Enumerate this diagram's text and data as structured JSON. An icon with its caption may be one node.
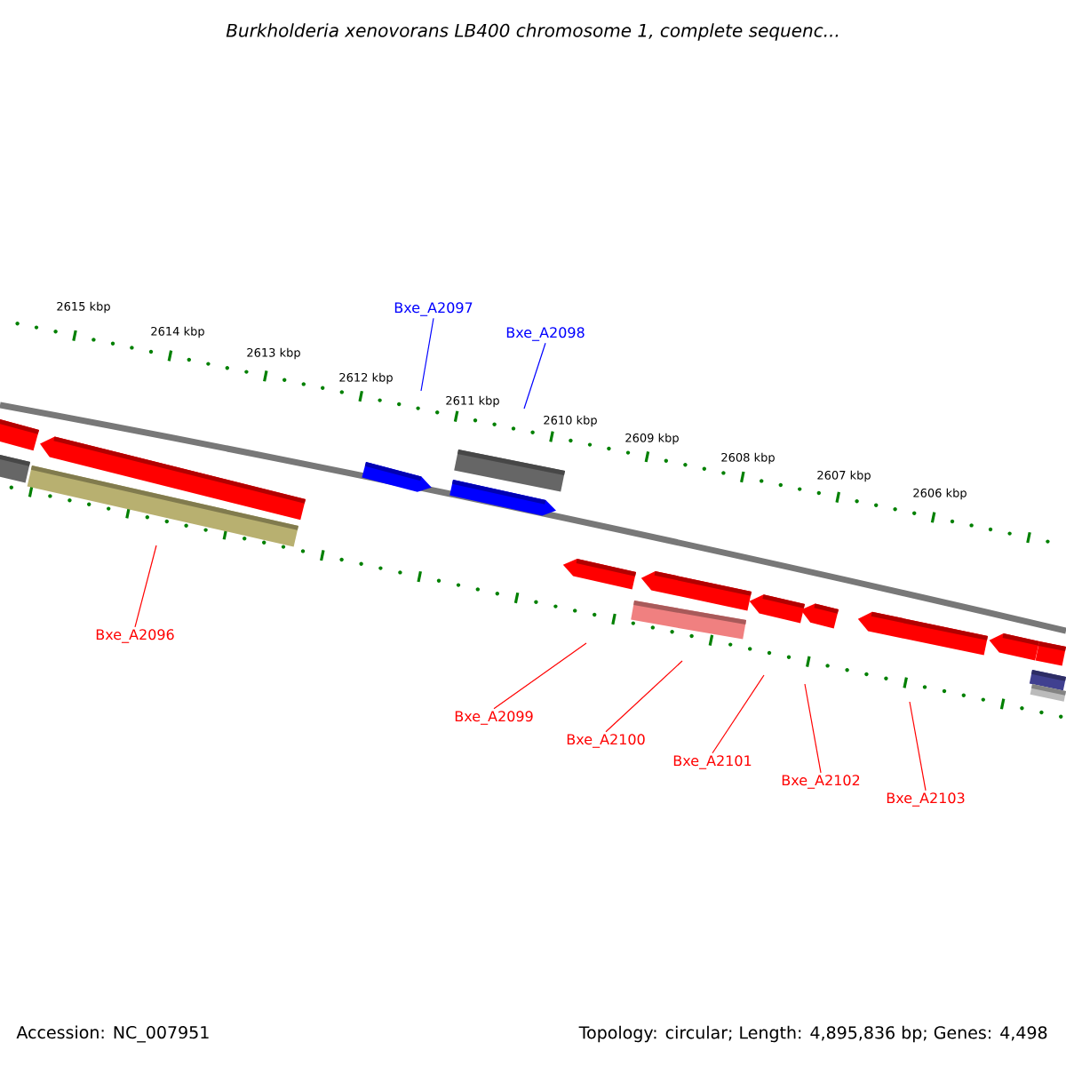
{
  "diagram": {
    "title": "Burkholderia xenovorans LB400 chromosome 1, complete sequenc...",
    "nodes": [
      {
        "text": [
          "Bxe_A2097"
        ]
      },
      {
        "text": [
          "Bxe_A2098"
        ]
      },
      {
        "text": [
          "Bxe_A2096"
        ]
      },
      {
        "text": [
          "Bxe_A2099"
        ]
      },
      {
        "text": [
          "Bxe_A2100"
        ]
      },
      {
        "text": [
          "Bxe_A2101"
        ]
      },
      {
        "text": [
          "Bxe_A2102"
        ]
      },
      {
        "text": [
          "Bxe_A2103"
        ]
      }
    ],
    "edges": [
      {
        "from": 0,
        "to": null,
        "arrow": "none",
        "color": "#0000ff"
      },
      {
        "from": 1,
        "to": null,
        "arrow": "none",
        "color": "#0000ff"
      },
      {
        "from": 2,
        "to": null,
        "arrow": "none"
      },
      {
        "from": 3,
        "to": null,
        "arrow": "none"
      },
      {
        "from": 4,
        "to": null,
        "arrow": "none"
      },
      {
        "from": 5,
        "to": null,
        "arrow": "none"
      },
      {
        "from": 6,
        "to": null,
        "arrow": "none"
      },
      {
        "from": 7,
        "to": null,
        "arrow": "none"
      }
    ],
    "labels": [
      "2615 kbp",
      "2614 kbp",
      "2613 kbp",
      "2612 kbp",
      "2611 kbp",
      "2610 kbp",
      "2609 kbp",
      "2608 kbp",
      "2607 kbp",
      "2606 kbp",
      "Accession: NC_007951",
      "Topology: circular; Length: 4,895,836 bp; Genes: 4,498"
    ]
  }
}
